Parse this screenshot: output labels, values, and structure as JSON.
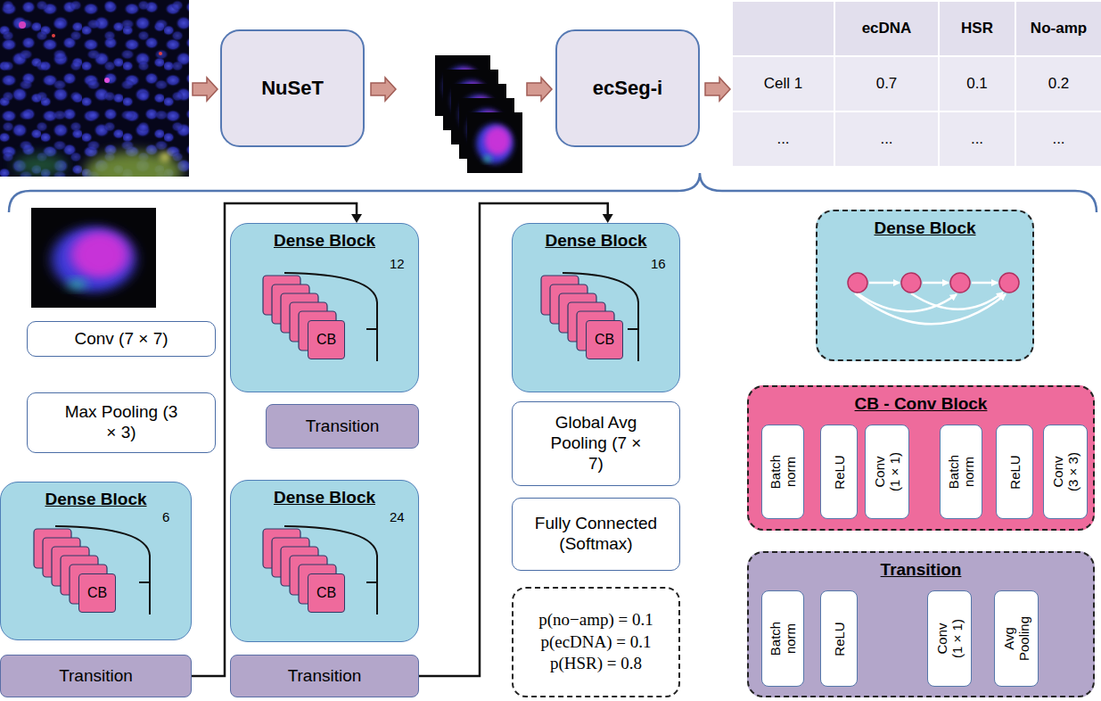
{
  "diagram": {
    "nodes": [
      {
        "text": [
          "NuSeT"
        ]
      },
      {
        "text": [
          "ecSeg-i"
        ]
      },
      {
        "text": [
          "Conv (7 × 7)"
        ]
      },
      {
        "text": [
          "Max Pooling (3 × 3)"
        ]
      },
      {
        "text": [
          "Dense Block",
          "6"
        ]
      },
      {
        "text": [
          "CB"
        ],
        "in": 4
      },
      {
        "text": [
          "Transition"
        ]
      },
      {
        "text": [
          "Dense Block",
          "12"
        ]
      },
      {
        "text": [
          "CB"
        ],
        "in": 7
      },
      {
        "text": [
          "Transition"
        ]
      },
      {
        "text": [
          "Dense Block",
          "24"
        ]
      },
      {
        "text": [
          "CB"
        ],
        "in": 10
      },
      {
        "text": [
          "Transition"
        ]
      },
      {
        "text": [
          "Dense Block",
          "16"
        ]
      },
      {
        "text": [
          "CB"
        ],
        "in": 13
      },
      {
        "text": [
          "Global Avg Pooling (7 × 7)"
        ]
      },
      {
        "text": [
          "Fully Connected (Softmax)"
        ]
      },
      {
        "text": [
          "p(no−amp) = 0.1",
          "p(ecDNA) = 0.1",
          "p(HSR) = 0.8"
        ]
      },
      {
        "text": [
          "Dense Block"
        ]
      },
      {
        "text": [
          "CB - Conv Block"
        ]
      },
      {
        "text": [
          "Batch norm"
        ],
        "in": 19
      },
      {
        "text": [
          "ReLU"
        ],
        "in": 19
      },
      {
        "text": [
          "Conv (1 × 1)"
        ],
        "in": 19
      },
      {
        "text": [
          "Batch norm"
        ],
        "in": 19
      },
      {
        "text": [
          "ReLU"
        ],
        "in": 19
      },
      {
        "text": [
          "Conv (3 × 3)"
        ],
        "in": 19
      },
      {
        "text": [
          "Transition"
        ]
      },
      {
        "text": [
          "Batch norm"
        ],
        "in": 26
      },
      {
        "text": [
          "ReLU"
        ],
        "in": 26
      },
      {
        "text": [
          "Conv (1 × 1)"
        ],
        "in": 26
      },
      {
        "text": [
          "Avg Pooling"
        ],
        "in": 26
      }
    ],
    "edges": [
      {
        "from": 6,
        "to": 7,
        "arrow": "to"
      },
      {
        "from": 12,
        "to": 13,
        "arrow": "to"
      }
    ],
    "labels": [
      "ecDNA",
      "HSR",
      "No-amp",
      "Cell 1",
      "0.7",
      "0.1",
      "0.2",
      "...",
      "...",
      "...",
      "..."
    ]
  }
}
